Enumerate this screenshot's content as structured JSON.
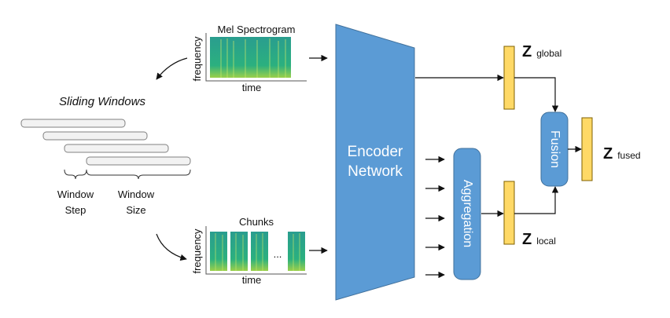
{
  "mel": {
    "title": "Mel Spectrogram",
    "ylabel": "frequency",
    "xlabel": "time"
  },
  "chunks": {
    "title": "Chunks",
    "ylabel": "frequency",
    "xlabel": "time",
    "ellipsis": "..."
  },
  "sliding": {
    "title": "Sliding Windows",
    "step_line1": "Window",
    "step_line2": "Step",
    "size_line1": "Window",
    "size_line2": "Size"
  },
  "encoder": {
    "line1": "Encoder",
    "line2": "Network"
  },
  "aggregation": "Aggregation",
  "fusion": "Fusion",
  "z_global": {
    "main": "Z",
    "sub": "global"
  },
  "z_local": {
    "main": "Z",
    "sub": "local"
  },
  "z_fused": {
    "main": "Z",
    "sub": "fused"
  },
  "colors": {
    "block": "#5b9bd5",
    "block_edge": "#41719c",
    "vector": "#ffd966",
    "vector_edge": "#7f6000",
    "spec_base": "#1f8a7a"
  }
}
